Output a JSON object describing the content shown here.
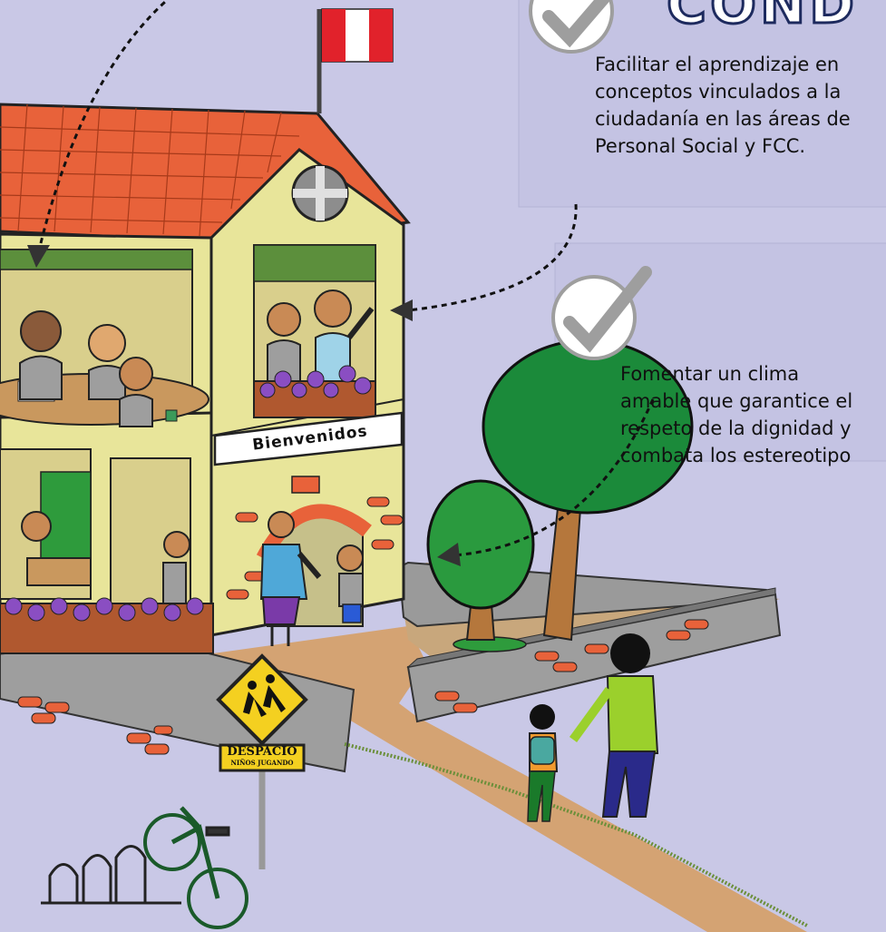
{
  "header_fragment": "COND",
  "callouts": [
    {
      "lines": [
        "Facilitar el aprendizaje en",
        "conceptos vinculados a la",
        "ciudadanía en las áreas de",
        "Personal Social y FCC."
      ]
    },
    {
      "lines": [
        "Fomentar un clima",
        "amable que garantice el",
        "respeto de la dignidad y",
        "combata los estereotipo"
      ]
    }
  ],
  "school_banner": "Bienvenidos",
  "road_sign": {
    "line1": "DESPACIO",
    "line2": "NIÑOS JUGANDO"
  },
  "colors": {
    "background": "#c9c8e6",
    "wall": "#e8e59a",
    "roof": "#e8623a",
    "accent_green": "#2e7d32",
    "flag_red": "#e1222b"
  },
  "icons": [
    "check-icon",
    "flag-icon",
    "bicycle-icon",
    "children-crossing-icon"
  ]
}
